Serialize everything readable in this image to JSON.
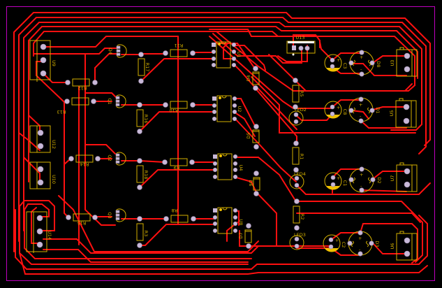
{
  "board": {
    "title": "PCB layout - top copper and silkscreen",
    "colors": {
      "background": "#000000",
      "copper_trace": "#ff1010",
      "silkscreen": "#d4b000",
      "pad": "#c8b8d8",
      "board_outline": "#c000c0",
      "pin1_marker": "#f0c000"
    }
  },
  "components": {
    "connectors": [
      {
        "ref": "U9",
        "pins": 3
      },
      {
        "ref": "U12",
        "pins": 2
      },
      {
        "ref": "U10",
        "pins": 2
      },
      {
        "ref": "U14",
        "pins": 3
      },
      {
        "ref": "U13",
        "pins": 3
      },
      {
        "ref": "U3",
        "pins": 2
      },
      {
        "ref": "U5",
        "pins": 2
      },
      {
        "ref": "U7",
        "pins": 2
      },
      {
        "ref": "U6",
        "pins": 2
      }
    ],
    "resistors": [
      "R12",
      "R13",
      "R14",
      "R15",
      "R11",
      "R10",
      "R9",
      "R8",
      "R17",
      "R16",
      "R18",
      "R3",
      "R5",
      "R1",
      "R2"
    ],
    "transistors": [
      "Q4",
      "Q1",
      "Q2",
      "Q3"
    ],
    "ics": [
      "U1",
      "U2",
      "U4",
      "U8"
    ],
    "diodes": [
      "D4",
      "D5",
      "D6",
      "D7"
    ],
    "leds": [
      "LED2",
      "LED4",
      "LED3"
    ],
    "capacitors": [
      "C3",
      "C8",
      "C1",
      "C2"
    ],
    "bridges": [
      "D8",
      "D1",
      "D2",
      "D3"
    ]
  },
  "labels": {
    "U9": "U9",
    "U12": "U12",
    "U10": "U10",
    "U14": "U14",
    "U13": "U13",
    "U3": "U3",
    "U5": "U5",
    "U7": "U7",
    "U6": "U6",
    "U1": "U1",
    "U2": "U2",
    "U4": "U4",
    "U8": "U8",
    "R12": "R12",
    "R13": "R13",
    "R14": "R14",
    "R15": "R15",
    "R11": "R11",
    "R10": "R10",
    "R9": "R9",
    "R8": "R8",
    "R17": "R17",
    "R16": "R16",
    "R18": "R18",
    "R3": "R3",
    "R5": "R5",
    "R1": "R1",
    "R2": "R2",
    "Q4": "Q4",
    "Q1": "Q1",
    "Q2": "Q2",
    "Q3": "Q3",
    "D4": "D4",
    "D5": "D5",
    "D6": "D6",
    "D7": "D7",
    "LED2": "LED2",
    "LED4": "LED4",
    "LED3": "LED3",
    "C3": "C3",
    "C8": "C8",
    "C1": "C1",
    "C2": "C2",
    "D8": "D8",
    "D1": "D1",
    "D2": "D2",
    "D3": "D3",
    "plus": "+",
    "minus": "-"
  }
}
